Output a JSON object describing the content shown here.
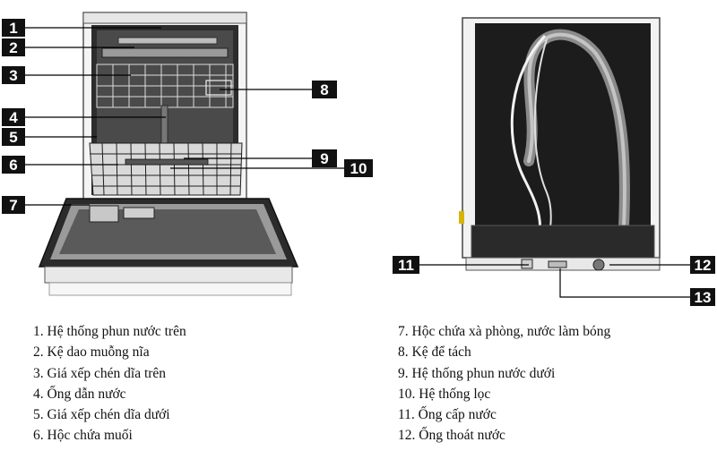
{
  "callouts": [
    "1",
    "2",
    "3",
    "4",
    "5",
    "6",
    "7",
    "8",
    "9",
    "10",
    "11",
    "12",
    "13"
  ],
  "legend_left": [
    "1. Hệ thống phun nước trên",
    "2. Kệ dao muỗng nĩa",
    "3. Giá xếp chén dĩa trên",
    "4. Ống dẫn nước",
    "5. Giá xếp chén dĩa dưới",
    "6. Hộc chứa muối"
  ],
  "legend_right": [
    "7. Hộc chứa xà phòng, nước làm bóng",
    "8. Kệ để tách",
    "9.  Hệ thống phun nước dưới",
    "10. Hệ thống lọc",
    "11. Ống cấp nước",
    "12. Ống thoát nước"
  ]
}
